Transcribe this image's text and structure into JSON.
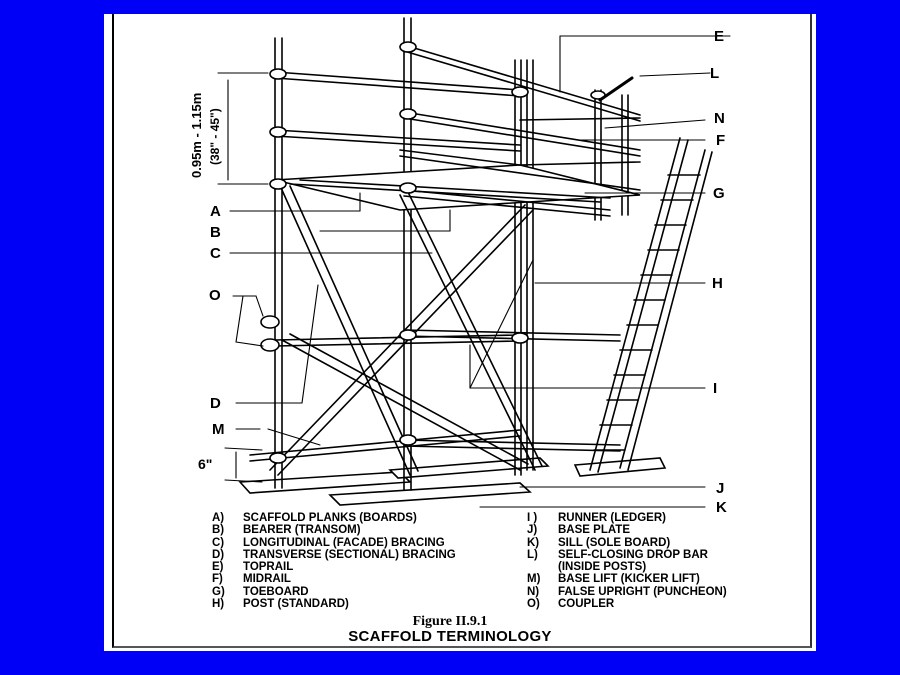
{
  "slide": {
    "background_color": "#0000f6",
    "panel_color": "#ffffff"
  },
  "figure": {
    "number": "Figure II.9.1",
    "title": "SCAFFOLD TERMINOLOGY"
  },
  "dimensions": {
    "guardrail_height_metric": "0.95m - 1.15m",
    "guardrail_height_imperial": "(38\" - 45\")",
    "base_lift_height": "6\""
  },
  "callouts": {
    "A": "A",
    "B": "B",
    "C": "C",
    "D": "D",
    "E": "E",
    "F": "F",
    "G": "G",
    "H": "H",
    "I": "I",
    "J": "J",
    "K": "K",
    "L": "L",
    "M": "M",
    "N": "N",
    "O": "O"
  },
  "legend": {
    "left": [
      {
        "key": "A)",
        "text": "SCAFFOLD PLANKS (BOARDS)"
      },
      {
        "key": "B)",
        "text": "BEARER (TRANSOM)"
      },
      {
        "key": "C)",
        "text": "LONGITUDINAL (FACADE) BRACING"
      },
      {
        "key": "D)",
        "text": "TRANSVERSE (SECTIONAL) BRACING"
      },
      {
        "key": "E)",
        "text": "TOPRAIL"
      },
      {
        "key": "F)",
        "text": "MIDRAIL"
      },
      {
        "key": "G)",
        "text": "TOEBOARD"
      },
      {
        "key": "H)",
        "text": "POST (STANDARD)"
      }
    ],
    "right": [
      {
        "key": "I )",
        "text": "RUNNER (LEDGER)"
      },
      {
        "key": "J)",
        "text": "BASE PLATE"
      },
      {
        "key": "K)",
        "text": "SILL (SOLE BOARD)"
      },
      {
        "key": "L)",
        "text": "SELF-CLOSING DROP BAR"
      },
      {
        "key": "",
        "text": "(INSIDE POSTS)"
      },
      {
        "key": "M)",
        "text": "BASE LIFT (KICKER LIFT)"
      },
      {
        "key": "N)",
        "text": "FALSE UPRIGHT (PUNCHEON)"
      },
      {
        "key": "O)",
        "text": "COUPLER"
      }
    ]
  }
}
